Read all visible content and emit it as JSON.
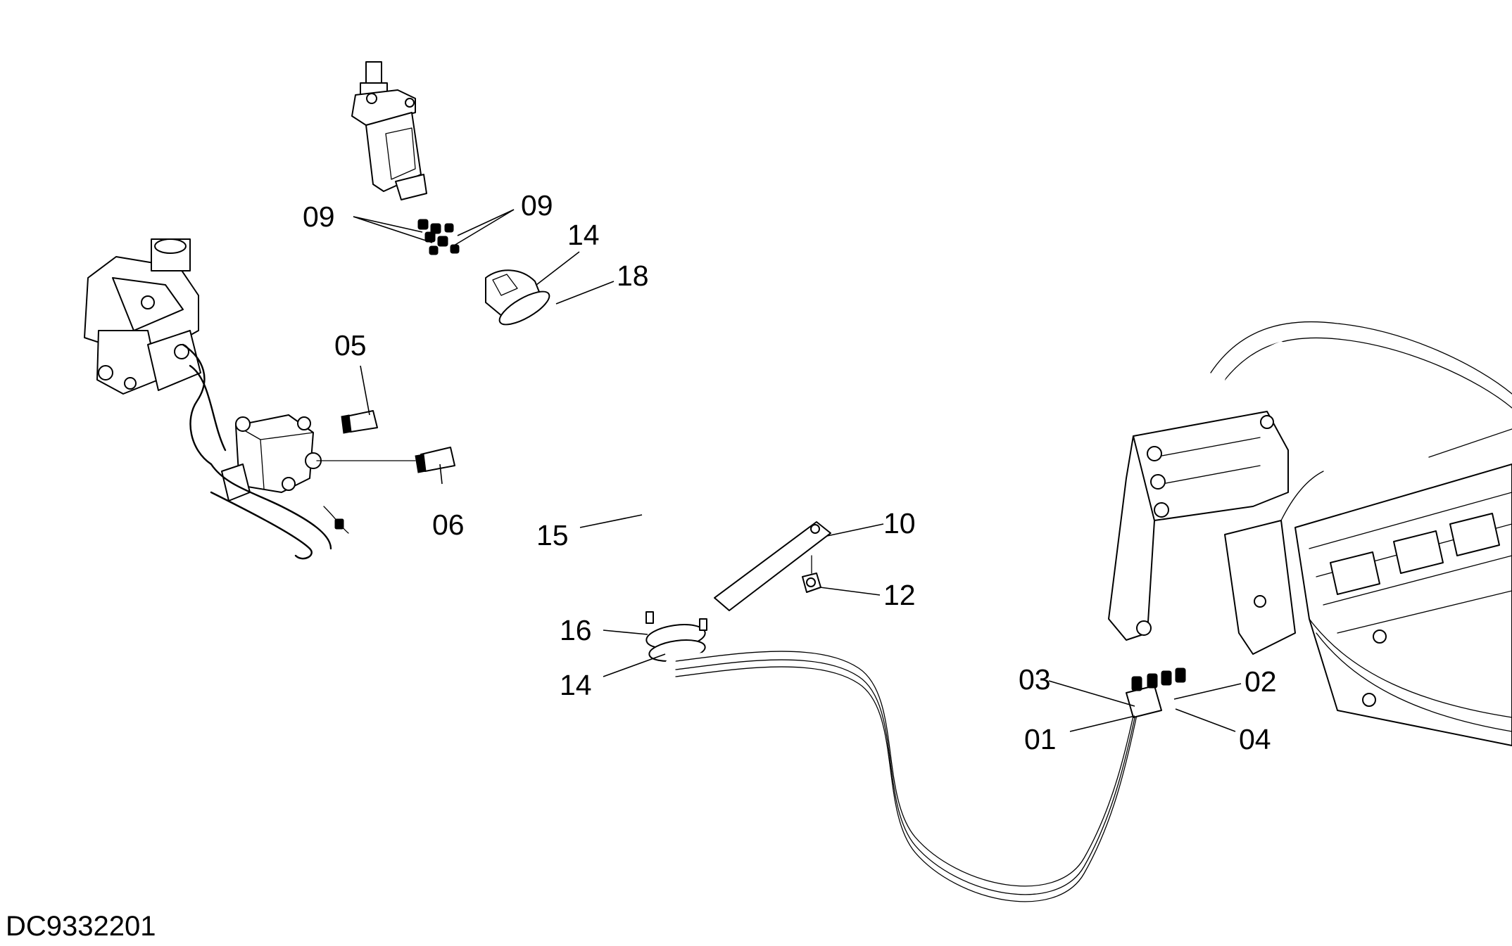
{
  "drawing_id": "DC9332201",
  "callouts": [
    "09",
    "09",
    "14",
    "18",
    "05",
    "06",
    "15",
    "10",
    "12",
    "16",
    "14",
    "03",
    "02",
    "01",
    "04"
  ]
}
